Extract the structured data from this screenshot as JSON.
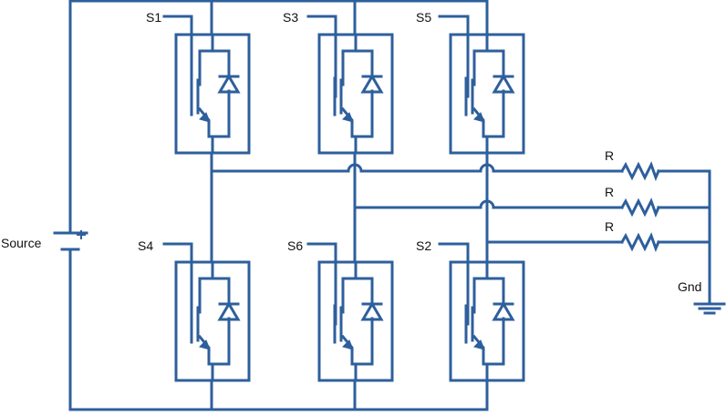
{
  "labels": {
    "source": "Source",
    "gnd": "Gnd",
    "switches": [
      "S1",
      "S3",
      "S5",
      "S4",
      "S6",
      "S2"
    ],
    "resistors": [
      "R",
      "R",
      "R"
    ]
  },
  "colors": {
    "wire": "#2e5f9c",
    "text": "#111111",
    "background": "#ffffff"
  },
  "icons": {
    "switch": "igbt-with-antiparallel-diode-icon",
    "source": "battery-icon",
    "resistor": "resistor-icon",
    "ground": "ground-icon"
  }
}
